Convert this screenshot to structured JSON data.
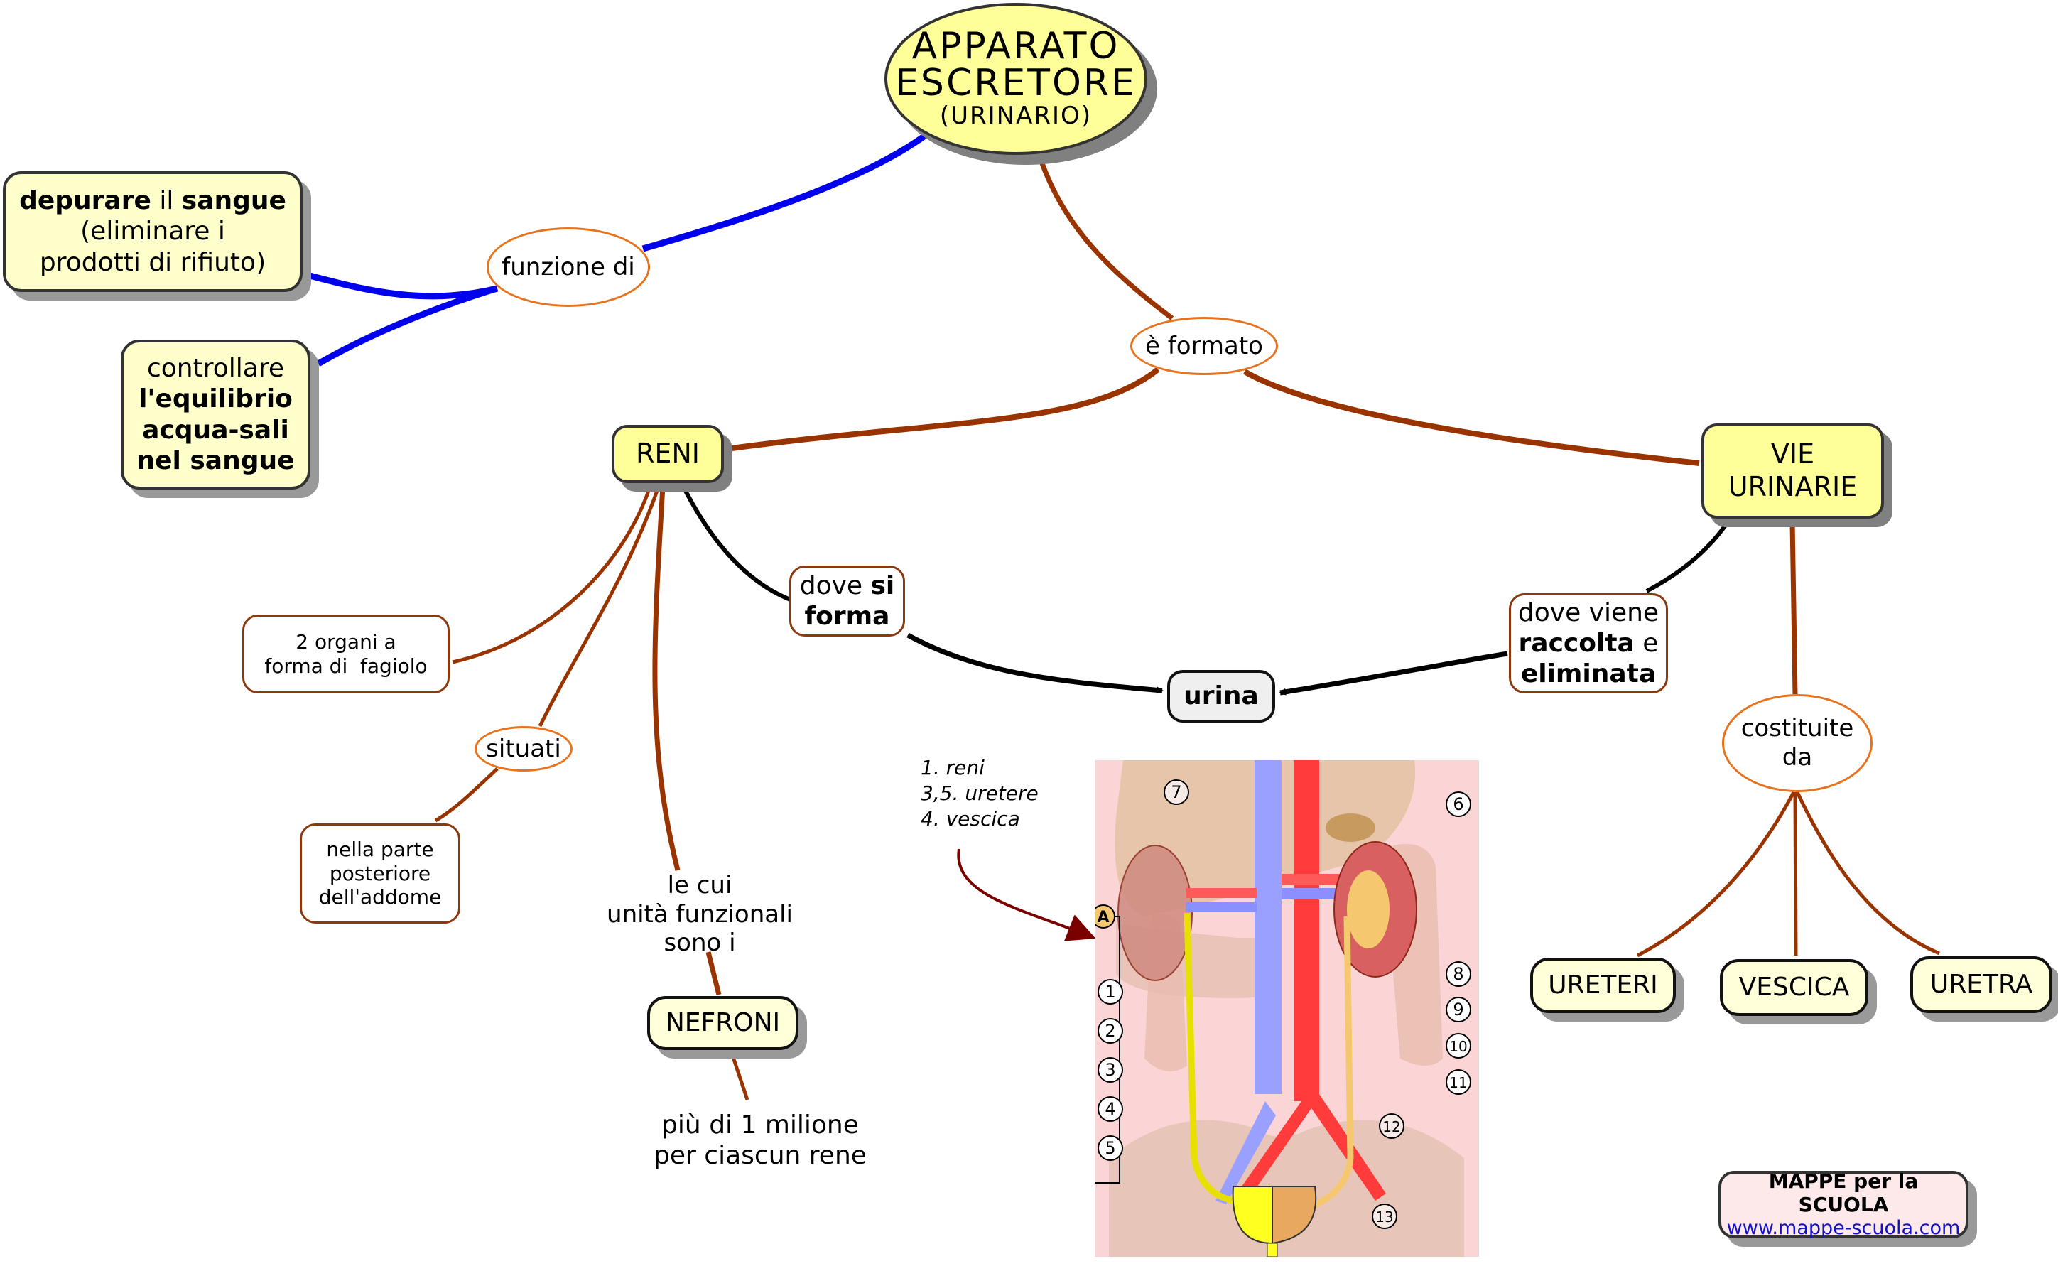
{
  "title": {
    "line1": "APPARATO",
    "line2": "ESCRETORE",
    "line3": "(URINARIO)"
  },
  "colors": {
    "concept_fill": "#ffff99",
    "concept_light_fill": "#ffffd9",
    "link_blue": "#0000ee",
    "link_brown": "#993300",
    "link_black": "#000000",
    "ellipse_border": "#e8731e",
    "leaf_border": "#8b3a0f",
    "urina_fill": "#efefef",
    "brand_fill": "#fde9ea",
    "brand_link": "#1111cc"
  },
  "nodes": {
    "funzione_di": "funzione di",
    "depurare": {
      "bold1": "depurare",
      "normal1": " il ",
      "bold2": "sangue",
      "line2": "(eliminare i",
      "line3": "prodotti di rifiuto)"
    },
    "controllare": {
      "line1": "controllare",
      "line2": "l'equilibrio",
      "line3": "acqua-sali",
      "line4": "nel sangue"
    },
    "e_formato": "è formato",
    "reni": "RENI",
    "vie_urinarie": {
      "line1": "VIE",
      "line2": "URINARIE"
    },
    "organi": {
      "line1": "2 organi a",
      "line2": "forma di  fagiolo"
    },
    "situati": "situati",
    "nella_parte": {
      "line1": "nella parte",
      "line2": "posteriore",
      "line3": "dell'addome"
    },
    "le_cui": {
      "line1": "le cui",
      "line2": "unità funzionali",
      "line3": "sono i"
    },
    "nefroni": "NEFRONI",
    "piu_di": {
      "line1": "più di 1 milione",
      "line2": "per ciascun rene"
    },
    "dove_si_forma": {
      "normal": "dove ",
      "bold1": "si",
      "bold2": "forma"
    },
    "urina": "urina",
    "dove_viene": {
      "line1": "dove viene",
      "bold1": "raccolta",
      "normal1": " e",
      "bold2": "eliminata"
    },
    "costituite_da": {
      "line1": "costituite",
      "line2": "da"
    },
    "ureteri": "URETERI",
    "vescica": "VESCICA",
    "uretra": "URETRA"
  },
  "legend": {
    "line1": "1. reni",
    "line2": "3,5. uretere",
    "line3": "4. vescica"
  },
  "illustration": {
    "group_label": "A",
    "left_labels": [
      "1",
      "2",
      "3",
      "4",
      "5"
    ],
    "right_labels": [
      "6",
      "8",
      "9",
      "10",
      "11"
    ],
    "region_labels": [
      "7",
      "12",
      "13"
    ]
  },
  "brand": {
    "name": "MAPPE per la SCUOLA",
    "url": "www.mappe-scuola.com"
  }
}
